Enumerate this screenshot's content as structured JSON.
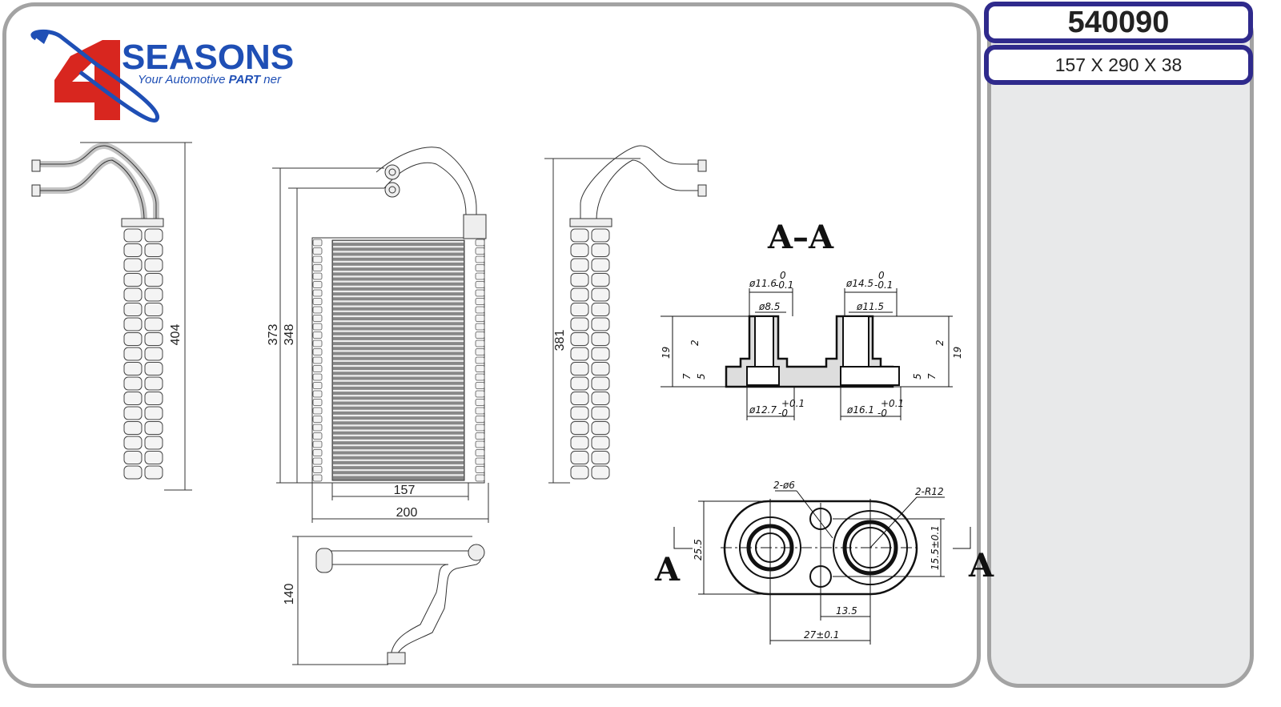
{
  "logo": {
    "number": "4",
    "brand": "SEASONS",
    "tagline_prefix": "Your Automotive ",
    "tagline_bold": "PART",
    "tagline_suffix": " ner",
    "colors": {
      "red": "#d8261f",
      "blue": "#1f4fb5"
    }
  },
  "header": {
    "part_number": "540090",
    "dimensions": "157 X 290 X 38"
  },
  "views": {
    "left_side": {
      "height": "404"
    },
    "front": {
      "overall_height": "373",
      "core_height": "348",
      "core_width": "157",
      "overall_width": "200"
    },
    "right_side": {
      "height": "381"
    },
    "top": {
      "depth": "140"
    }
  },
  "section": {
    "title": "A–A",
    "left_outer": "ø11.6",
    "left_outer_tol_upper": "0",
    "left_outer_tol_lower": "-0.1",
    "left_inner": "ø8.5",
    "right_outer": "ø14.5",
    "right_outer_tol_upper": "0",
    "right_outer_tol_lower": "-0.1",
    "right_inner": "ø11.5",
    "left_bottom": "ø12.7",
    "left_bottom_tol_upper": "+0.1",
    "left_bottom_tol_lower": "-0",
    "right_bottom": "ø16.1",
    "right_bottom_tol_upper": "+0.1",
    "right_bottom_tol_lower": "-0",
    "h19": "19",
    "h2": "2",
    "h7": "7",
    "h5": "5"
  },
  "flange": {
    "holes": "2-ø6",
    "radius": "2-R12",
    "height": "25.5",
    "hole_spacing": "15.5±0.1",
    "offset": "13.5",
    "center_distance": "27±0.1",
    "section_mark": "A"
  },
  "colors": {
    "frame": "#a3a3a3",
    "box_border": "#2f2a8c",
    "side_fill": "#e8e9ea"
  }
}
